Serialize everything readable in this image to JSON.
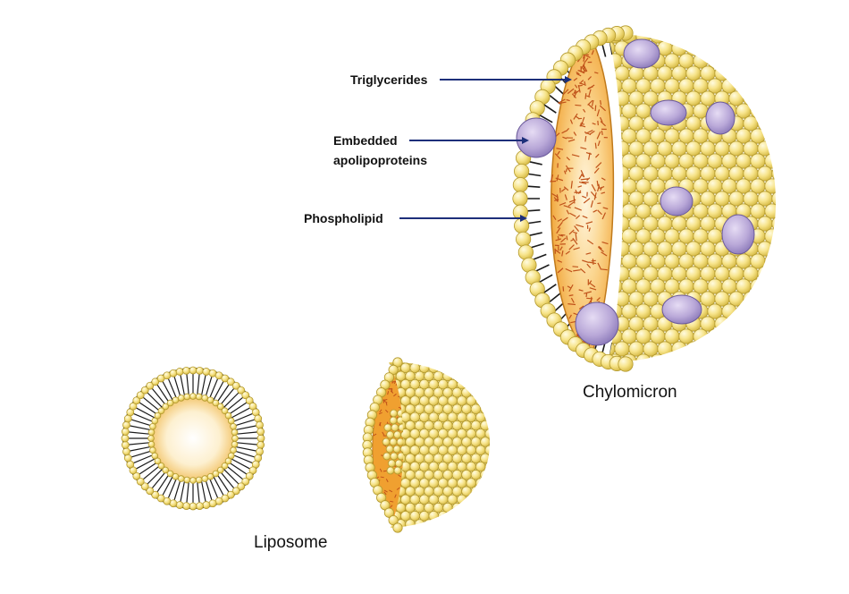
{
  "labels": {
    "triglycerides": "Triglycerides",
    "embedded_line1": "Embedded",
    "embedded_line2": "apolipoproteins",
    "phospholipid": "Phospholipid",
    "chylomicron": "Chylomicron",
    "liposome": "Liposome"
  },
  "colors": {
    "bead_fill": "#f7e48a",
    "bead_stroke": "#b49a2e",
    "protein_fill": "#b9a8d8",
    "protein_stroke": "#6b5a9a",
    "core_orange": "#f2a83a",
    "core_light": "#fbe6b0",
    "fatty_strand": "#c0521a",
    "lipid_tail": "#1a1a1a",
    "arrow": "#1d2f7a"
  }
}
